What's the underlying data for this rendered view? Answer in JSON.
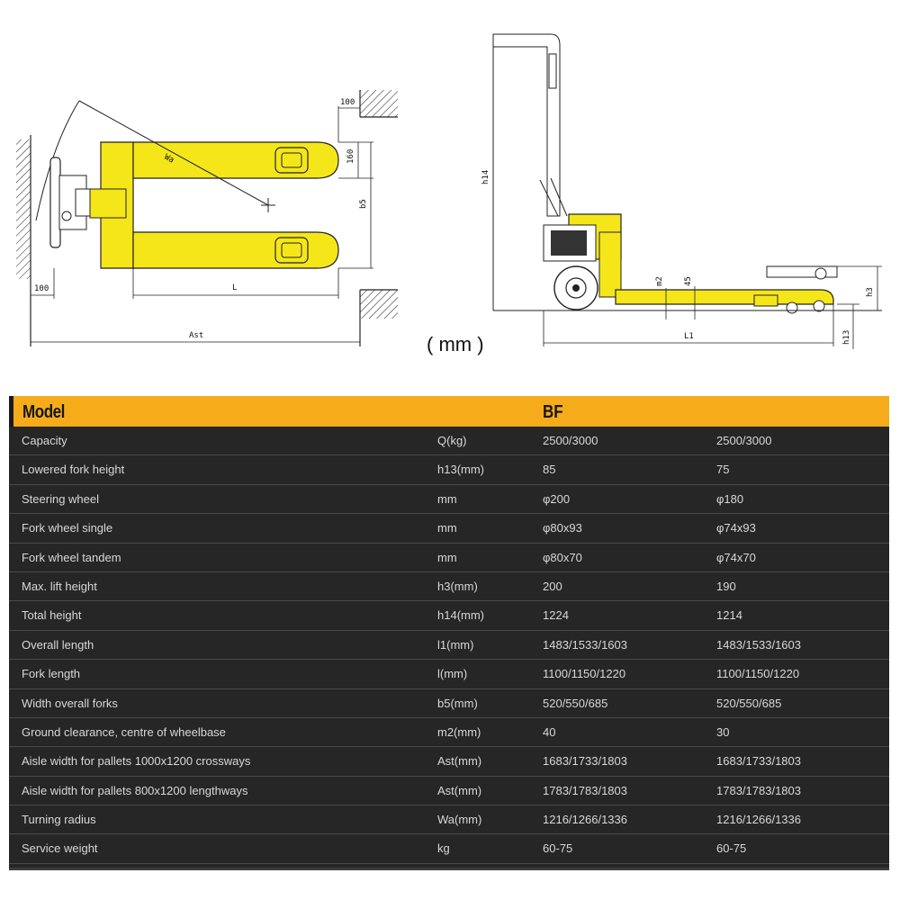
{
  "drawing_labels": {
    "top_view": {
      "wa": "Wa",
      "dim_100_top": "100",
      "dim_160": "160",
      "dim_b5": "b5",
      "dim_100_left": "100",
      "dim_L": "L",
      "dim_Ast": "Ast"
    },
    "side_view": {
      "dim_h14": "h14",
      "dim_m2": "m2",
      "dim_45": "45",
      "dim_h3": "h3",
      "dim_L1": "L1",
      "dim_h13": "h13"
    },
    "unit": "( mm )"
  },
  "colors": {
    "header_bg": "#f6ac1a",
    "table_bg": "#262626",
    "truck_yellow": "#f5e61a"
  },
  "table": {
    "header": {
      "model": "Model",
      "series": "BF"
    },
    "rows": [
      {
        "param": "Capacity",
        "unit": "Q(kg)",
        "v1": "2500/3000",
        "v2": "2500/3000"
      },
      {
        "param": "Lowered fork height",
        "unit": "h13(mm)",
        "v1": "85",
        "v2": "75"
      },
      {
        "param": "Steering wheel",
        "unit": "mm",
        "v1": "φ200",
        "v2": "φ180"
      },
      {
        "param": "Fork wheel single",
        "unit": "mm",
        "v1": "φ80x93",
        "v2": "φ74x93"
      },
      {
        "param": "Fork wheel tandem",
        "unit": "mm",
        "v1": "φ80x70",
        "v2": "φ74x70"
      },
      {
        "param": "Max. lift height",
        "unit": "h3(mm)",
        "v1": "200",
        "v2": "190"
      },
      {
        "param": "Total height",
        "unit": "h14(mm)",
        "v1": "1224",
        "v2": "1214"
      },
      {
        "param": "Overall length",
        "unit": "l1(mm)",
        "v1": "1483/1533/1603",
        "v2": "1483/1533/1603"
      },
      {
        "param": "Fork length",
        "unit": "l(mm)",
        "v1": "1100/1150/1220",
        "v2": "1100/1150/1220"
      },
      {
        "param": "Width overall forks",
        "unit": "b5(mm)",
        "v1": "520/550/685",
        "v2": "520/550/685"
      },
      {
        "param": "Ground clearance, centre of wheelbase",
        "unit": "m2(mm)",
        "v1": "40",
        "v2": "30"
      },
      {
        "param": "Aisle width for pallets 1000x1200 crossways",
        "unit": "Ast(mm)",
        "v1": "1683/1733/1803",
        "v2": "1683/1733/1803"
      },
      {
        "param": "Aisle width for pallets 800x1200 lengthways",
        "unit": "Ast(mm)",
        "v1": "1783/1783/1803",
        "v2": "1783/1783/1803"
      },
      {
        "param": "Turning radius",
        "unit": "Wa(mm)",
        "v1": "1216/1266/1336",
        "v2": "1216/1266/1336"
      },
      {
        "param": "Service weight",
        "unit": "kg",
        "v1": "60-75",
        "v2": "60-75"
      }
    ]
  }
}
